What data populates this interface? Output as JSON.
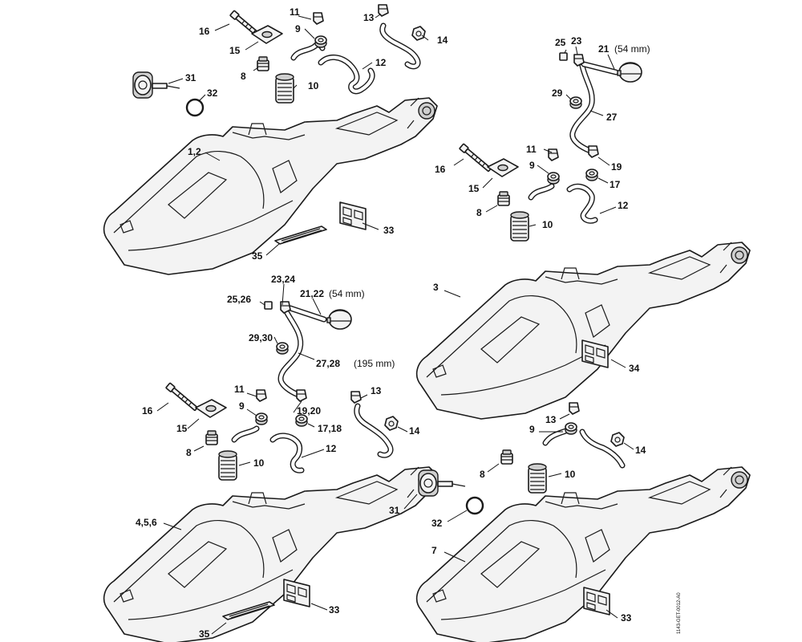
{
  "diagram": {
    "labels": {
      "g1_16": "16",
      "g1_11": "11",
      "g1_13": "13",
      "g1_9": "9",
      "g1_14": "14",
      "g1_15": "15",
      "g1_12": "12",
      "g1_8": "8",
      "g1_31": "31",
      "g1_10": "10",
      "g1_32": "32",
      "g1_12b": "1,2",
      "g1_33": "33",
      "g1_35": "35",
      "g2_25": "25",
      "g2_23": "23",
      "g2_21": "21",
      "g2_21dim": "(54 mm)",
      "g2_29": "29",
      "g2_27": "27",
      "g2_11": "11",
      "g2_16": "16",
      "g2_9": "9",
      "g2_19": "19",
      "g2_17": "17",
      "g2_15": "15",
      "g2_12": "12",
      "g2_8": "8",
      "g2_10": "10",
      "g2_3": "3",
      "g2_34": "34",
      "g3_2324": "23,24",
      "g3_2526": "25,26",
      "g3_2122": "21,22",
      "g3_2122dim": "(54 mm)",
      "g3_2930": "29,30",
      "g3_2728": "27,28",
      "g3_2728dim": "(195 mm)",
      "g4_11": "11",
      "g4_13": "13",
      "g4_16": "16",
      "g4_1920": "19,20",
      "g4_9": "9",
      "g4_15": "15",
      "g4_1718": "17,18",
      "g4_14": "14",
      "g4_8": "8",
      "g4_12": "12",
      "g4_10": "10",
      "g4_456": "4,5,6",
      "g4_33": "33",
      "g4_35": "35",
      "g5_13": "13",
      "g5_9": "9",
      "g5_14": "14",
      "g5_8": "8",
      "g5_10": "10",
      "g5_31": "31",
      "g5_32": "32",
      "g5_7": "7",
      "g5_33": "33"
    },
    "drawing_code": "1143-GET-0012-A0"
  }
}
